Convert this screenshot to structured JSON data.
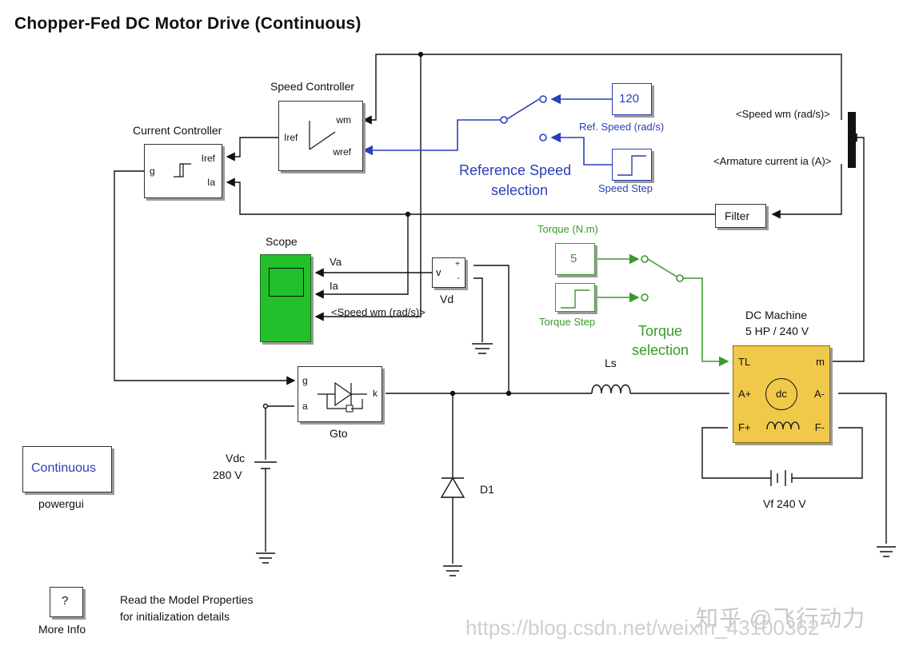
{
  "title": "Chopper-Fed DC Motor Drive (Continuous)",
  "blocks": {
    "speed_controller": {
      "label": "Speed Controller",
      "port_in1": "Iref",
      "port_wm": "wm",
      "port_wref": "wref"
    },
    "current_controller": {
      "label": "Current Controller",
      "port_g": "g",
      "port_iref": "Iref",
      "port_ia": "Ia"
    },
    "ref_speed": {
      "value": "120",
      "label": "Ref. Speed (rad/s)"
    },
    "speed_step": {
      "label": "Speed Step"
    },
    "reference_speed_selection": {
      "line1": "Reference Speed",
      "line2": "selection"
    },
    "bus_selector": {
      "speed": "<Speed wm (rad/s)>",
      "current": "<Armature current ia (A)>"
    },
    "filter": {
      "label": "Filter"
    },
    "scope": {
      "label": "Scope",
      "in_va": "Va",
      "in_ia": "Ia",
      "in_speed": "<Speed wm (rad/s)>"
    },
    "vd": {
      "label": "Vd",
      "port": "v"
    },
    "torque_const": {
      "value": "5",
      "label": "Torque (N.m)"
    },
    "torque_step": {
      "label": "Torque Step"
    },
    "torque_selection": {
      "line1": "Torque",
      "line2": "selection"
    },
    "dc_machine": {
      "title1": "DC Machine",
      "title2": "5 HP / 240 V",
      "tl": "TL",
      "m": "m",
      "a_plus": "A+",
      "a_minus": "A-",
      "f_plus": "F+",
      "f_minus": "F-",
      "center": "dc"
    },
    "gto": {
      "label": "Gto",
      "g": "g",
      "a": "a",
      "k": "k"
    },
    "ls": {
      "label": "Ls"
    },
    "vdc": {
      "label1": "Vdc",
      "label2": "280 V"
    },
    "d1": {
      "label": "D1"
    },
    "vf": {
      "label": "Vf 240 V"
    },
    "powergui": {
      "mode": "Continuous",
      "label": "powergui"
    },
    "more_info": {
      "symbol": "?",
      "label": "More Info",
      "note1": "Read the Model Properties",
      "note2": "for initialization details"
    }
  },
  "watermark": {
    "text1": "知乎 @飞行动力",
    "text2": "https://blog.csdn.net/weixin_43100362"
  },
  "colors": {
    "blue": "#2a3fb8",
    "green": "#3a9a2a",
    "scope": "#22c02a",
    "machine": "#f1c94a"
  }
}
